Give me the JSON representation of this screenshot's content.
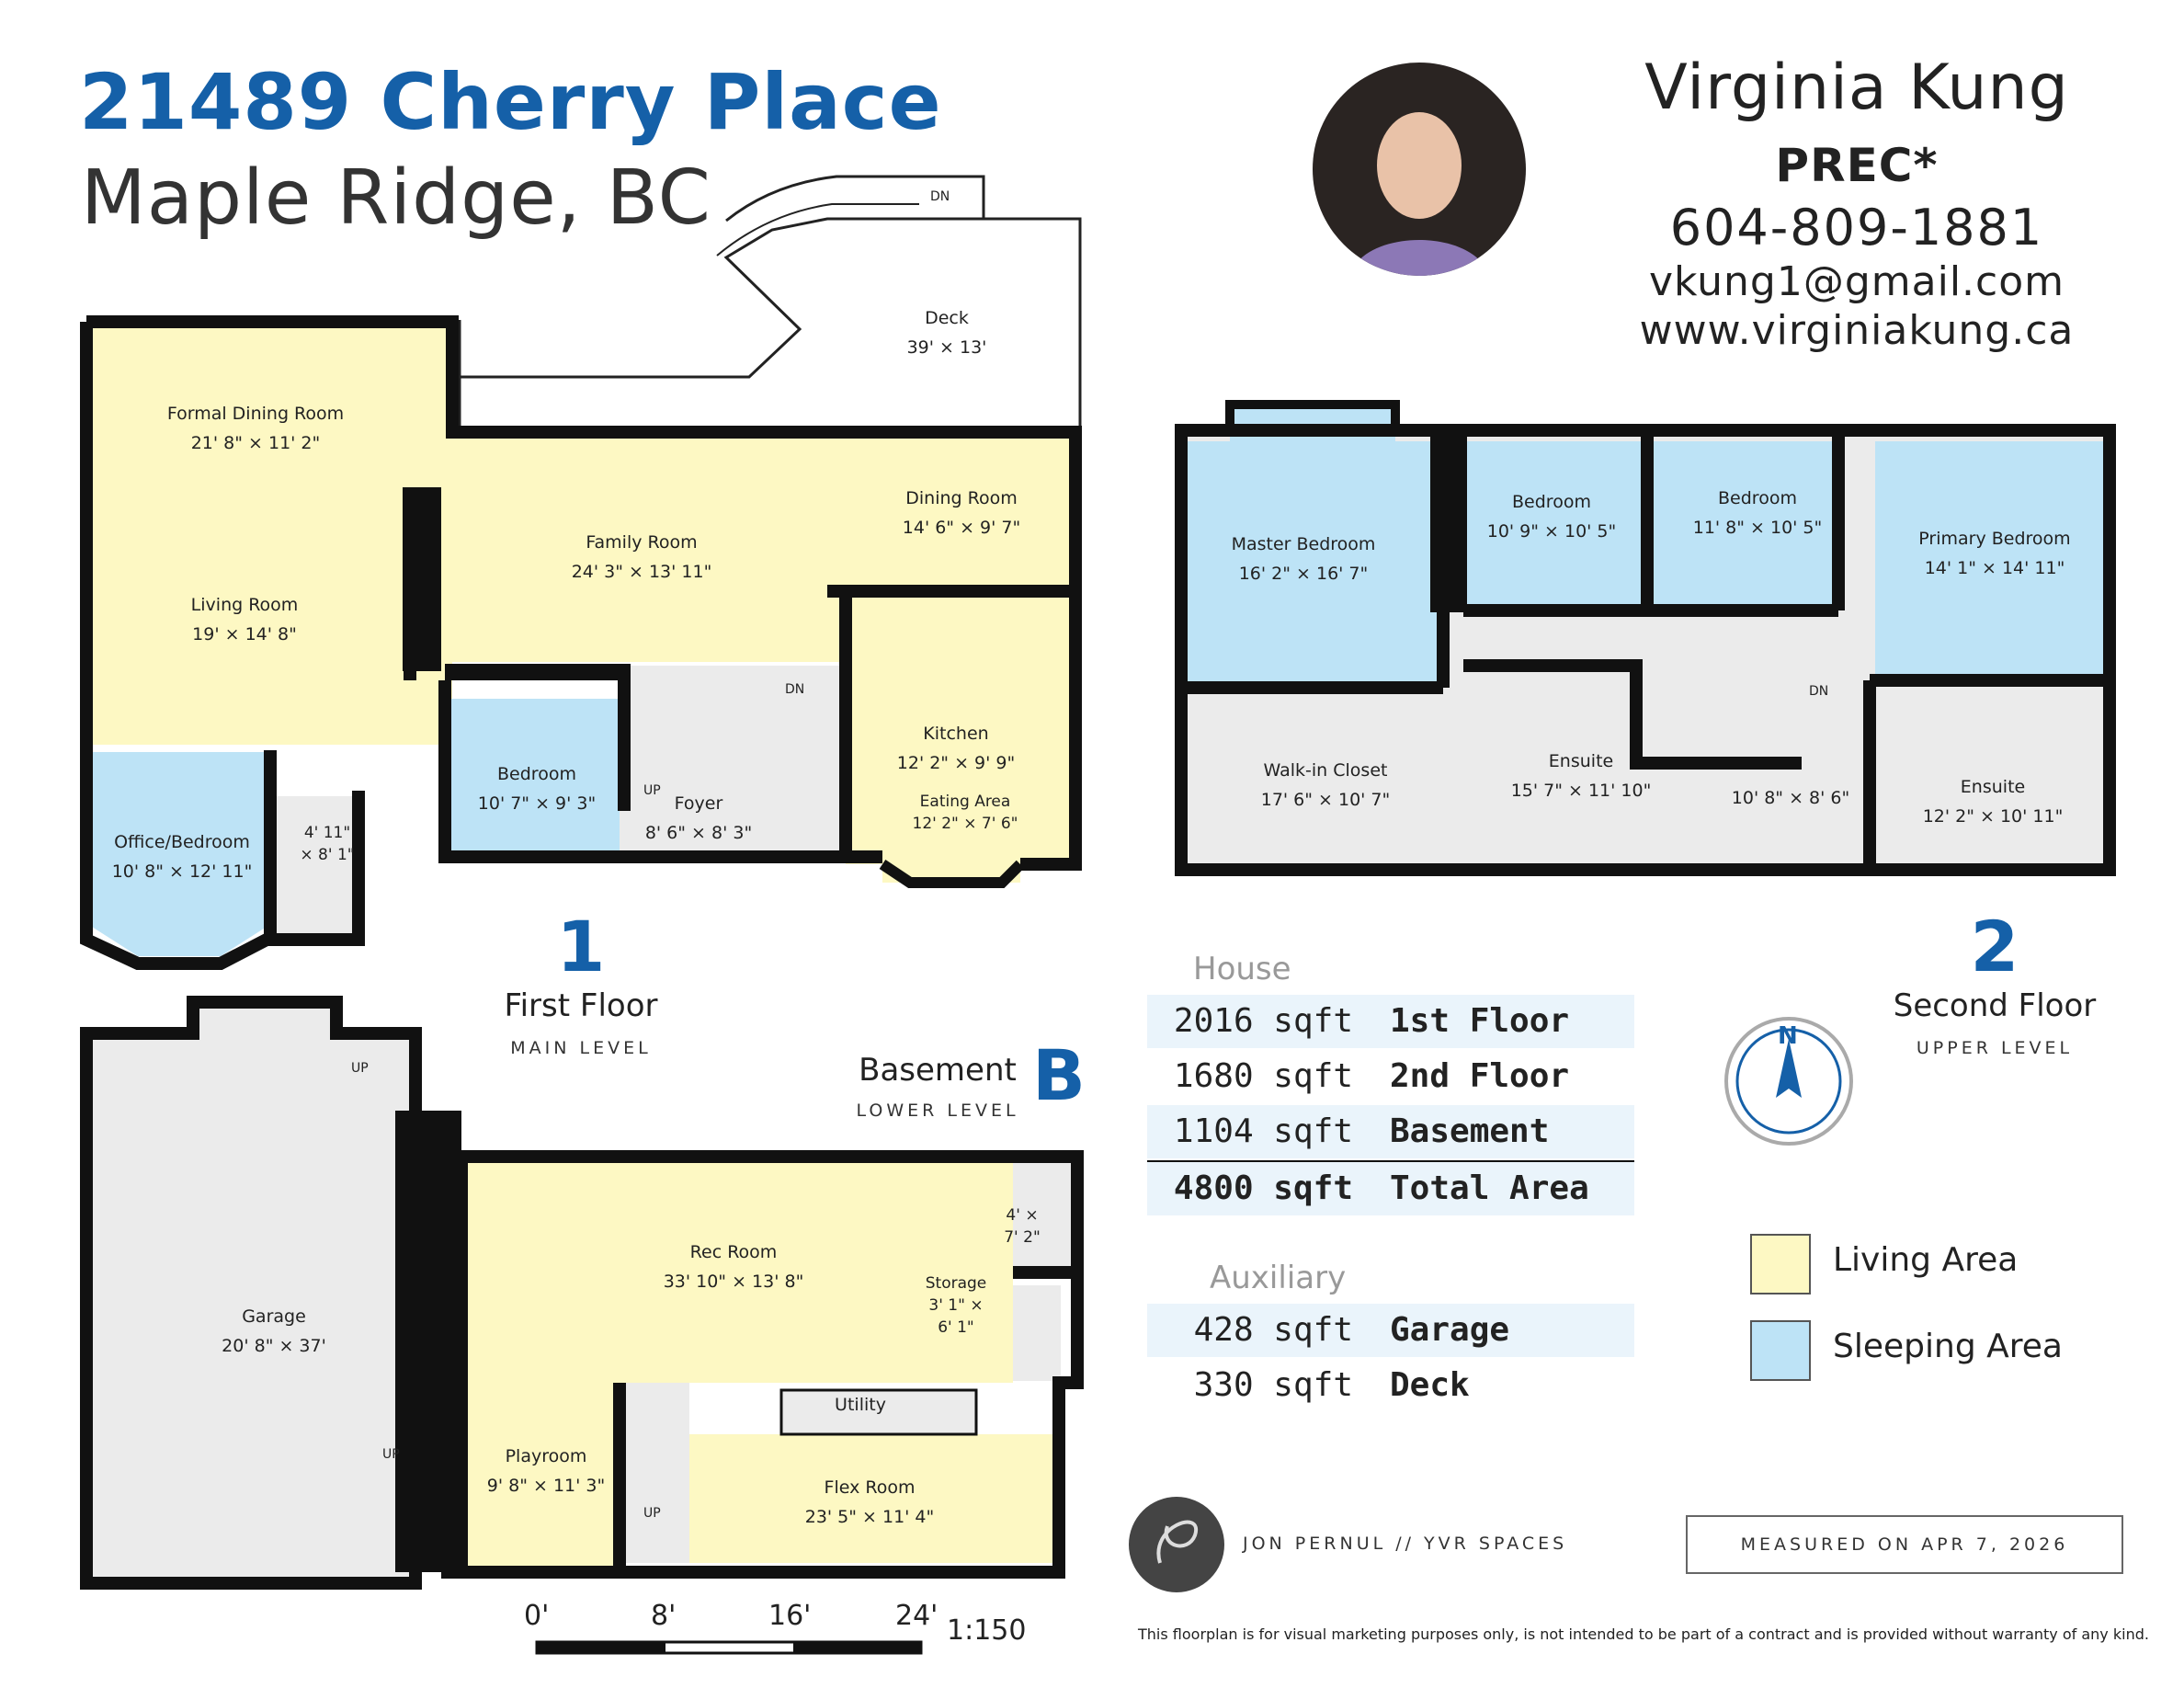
{
  "header": {
    "street": "21489 Cherry Place",
    "city": "Maple Ridge, BC"
  },
  "agent": {
    "name": "Virginia Kung",
    "designation": "PREC*",
    "phone": "604-809-1881",
    "email": "vkung1@gmail.com",
    "website": "www.virginiakung.ca"
  },
  "rooms": {
    "deck": {
      "name": "Deck",
      "dim": "39' × 13'"
    },
    "formal_dining": {
      "name": "Formal Dining Room",
      "dim": "21' 8\" × 11' 2\""
    },
    "living": {
      "name": "Living Room",
      "dim": "19' × 14' 8\""
    },
    "family": {
      "name": "Family Room",
      "dim": "24' 3\" × 13' 11\""
    },
    "dining": {
      "name": "Dining Room",
      "dim": "14' 6\" × 9' 7\""
    },
    "kitchen": {
      "name": "Kitchen",
      "dim": "12' 2\" × 9' 9\""
    },
    "eating": {
      "name": "Eating Area",
      "dim": "12' 2\" × 7' 6\""
    },
    "bedroom1": {
      "name": "Bedroom",
      "dim": "10' 7\" × 9' 3\""
    },
    "foyer": {
      "name": "Foyer",
      "dim": "8' 6\" × 8' 3\""
    },
    "office": {
      "name": "Office/Bedroom",
      "dim": "10' 8\" × 12' 11\""
    },
    "bath1": {
      "line1": "4' 11\"",
      "line2": "× 8' 1\""
    },
    "master": {
      "name": "Master Bedroom",
      "dim": "16' 2\" × 16' 7\""
    },
    "bedroom2a": {
      "name": "Bedroom",
      "dim": "10' 9\" × 10' 5\""
    },
    "bedroom2b": {
      "name": "Bedroom",
      "dim": "11' 8\" × 10' 5\""
    },
    "primary": {
      "name": "Primary Bedroom",
      "dim": "14' 1\" × 14' 11\""
    },
    "walkin": {
      "name": "Walk-in Closet",
      "dim": "17' 6\" × 10' 7\""
    },
    "ensuite1": {
      "name": "Ensuite",
      "dim": "15' 7\" × 11' 10\""
    },
    "bath2": {
      "dim": "10' 8\" × 8' 6\""
    },
    "ensuite2": {
      "name": "Ensuite",
      "dim": "12' 2\" × 10' 11\""
    },
    "garage": {
      "name": "Garage",
      "dim": "20' 8\" × 37'"
    },
    "rec": {
      "name": "Rec Room",
      "dim": "33' 10\" × 13' 8\""
    },
    "storage": {
      "name": "Storage",
      "line1": "3' 1\" ×",
      "line2": "6' 1\""
    },
    "bathB": {
      "line1": "4' ×",
      "line2": "7' 2\""
    },
    "utility": {
      "name": "Utility"
    },
    "playroom": {
      "name": "Playroom",
      "dim": "9' 8\" × 11' 3\""
    },
    "flex": {
      "name": "Flex Room",
      "dim": "23' 5\" × 11' 4\""
    }
  },
  "marks": {
    "dn": "DN",
    "up": "UP"
  },
  "floors": {
    "first": {
      "number": "1",
      "name": "First Floor",
      "sub": "MAIN LEVEL"
    },
    "second": {
      "number": "2",
      "name": "Second Floor",
      "sub": "UPPER LEVEL"
    },
    "basement": {
      "number": "B",
      "name": "Basement",
      "sub": "LOWER LEVEL"
    }
  },
  "areas": {
    "house_heading": "House",
    "house": [
      {
        "value": "2016 sqft",
        "label": "1st Floor"
      },
      {
        "value": "1680 sqft",
        "label": "2nd Floor"
      },
      {
        "value": "1104 sqft",
        "label": "Basement"
      },
      {
        "value": "4800 sqft",
        "label": "Total Area"
      }
    ],
    "aux_heading": "Auxiliary",
    "aux": [
      {
        "value": "428 sqft",
        "label": "Garage"
      },
      {
        "value": "330 sqft",
        "label": "Deck"
      }
    ]
  },
  "legend": {
    "living": {
      "label": "Living Area",
      "color": "#fdf8c3"
    },
    "sleeping": {
      "label": "Sleeping Area",
      "color": "#bde3f6"
    }
  },
  "compass": {
    "letter": "N"
  },
  "scale": {
    "ticks": [
      "0'",
      "8'",
      "16'",
      "24'"
    ],
    "ratio": "1:150"
  },
  "footer": {
    "credit": "JON PERNUL // YVR SPACES",
    "measured": "MEASURED ON APR 7, 2026",
    "disclaimer": "This floorplan is for visual marketing purposes only, is not intended to be part of a contract and is provided without warranty of any kind."
  },
  "colors": {
    "brand_blue": "#1560a8",
    "wall": "#111111",
    "hall": "#ebebeb"
  }
}
